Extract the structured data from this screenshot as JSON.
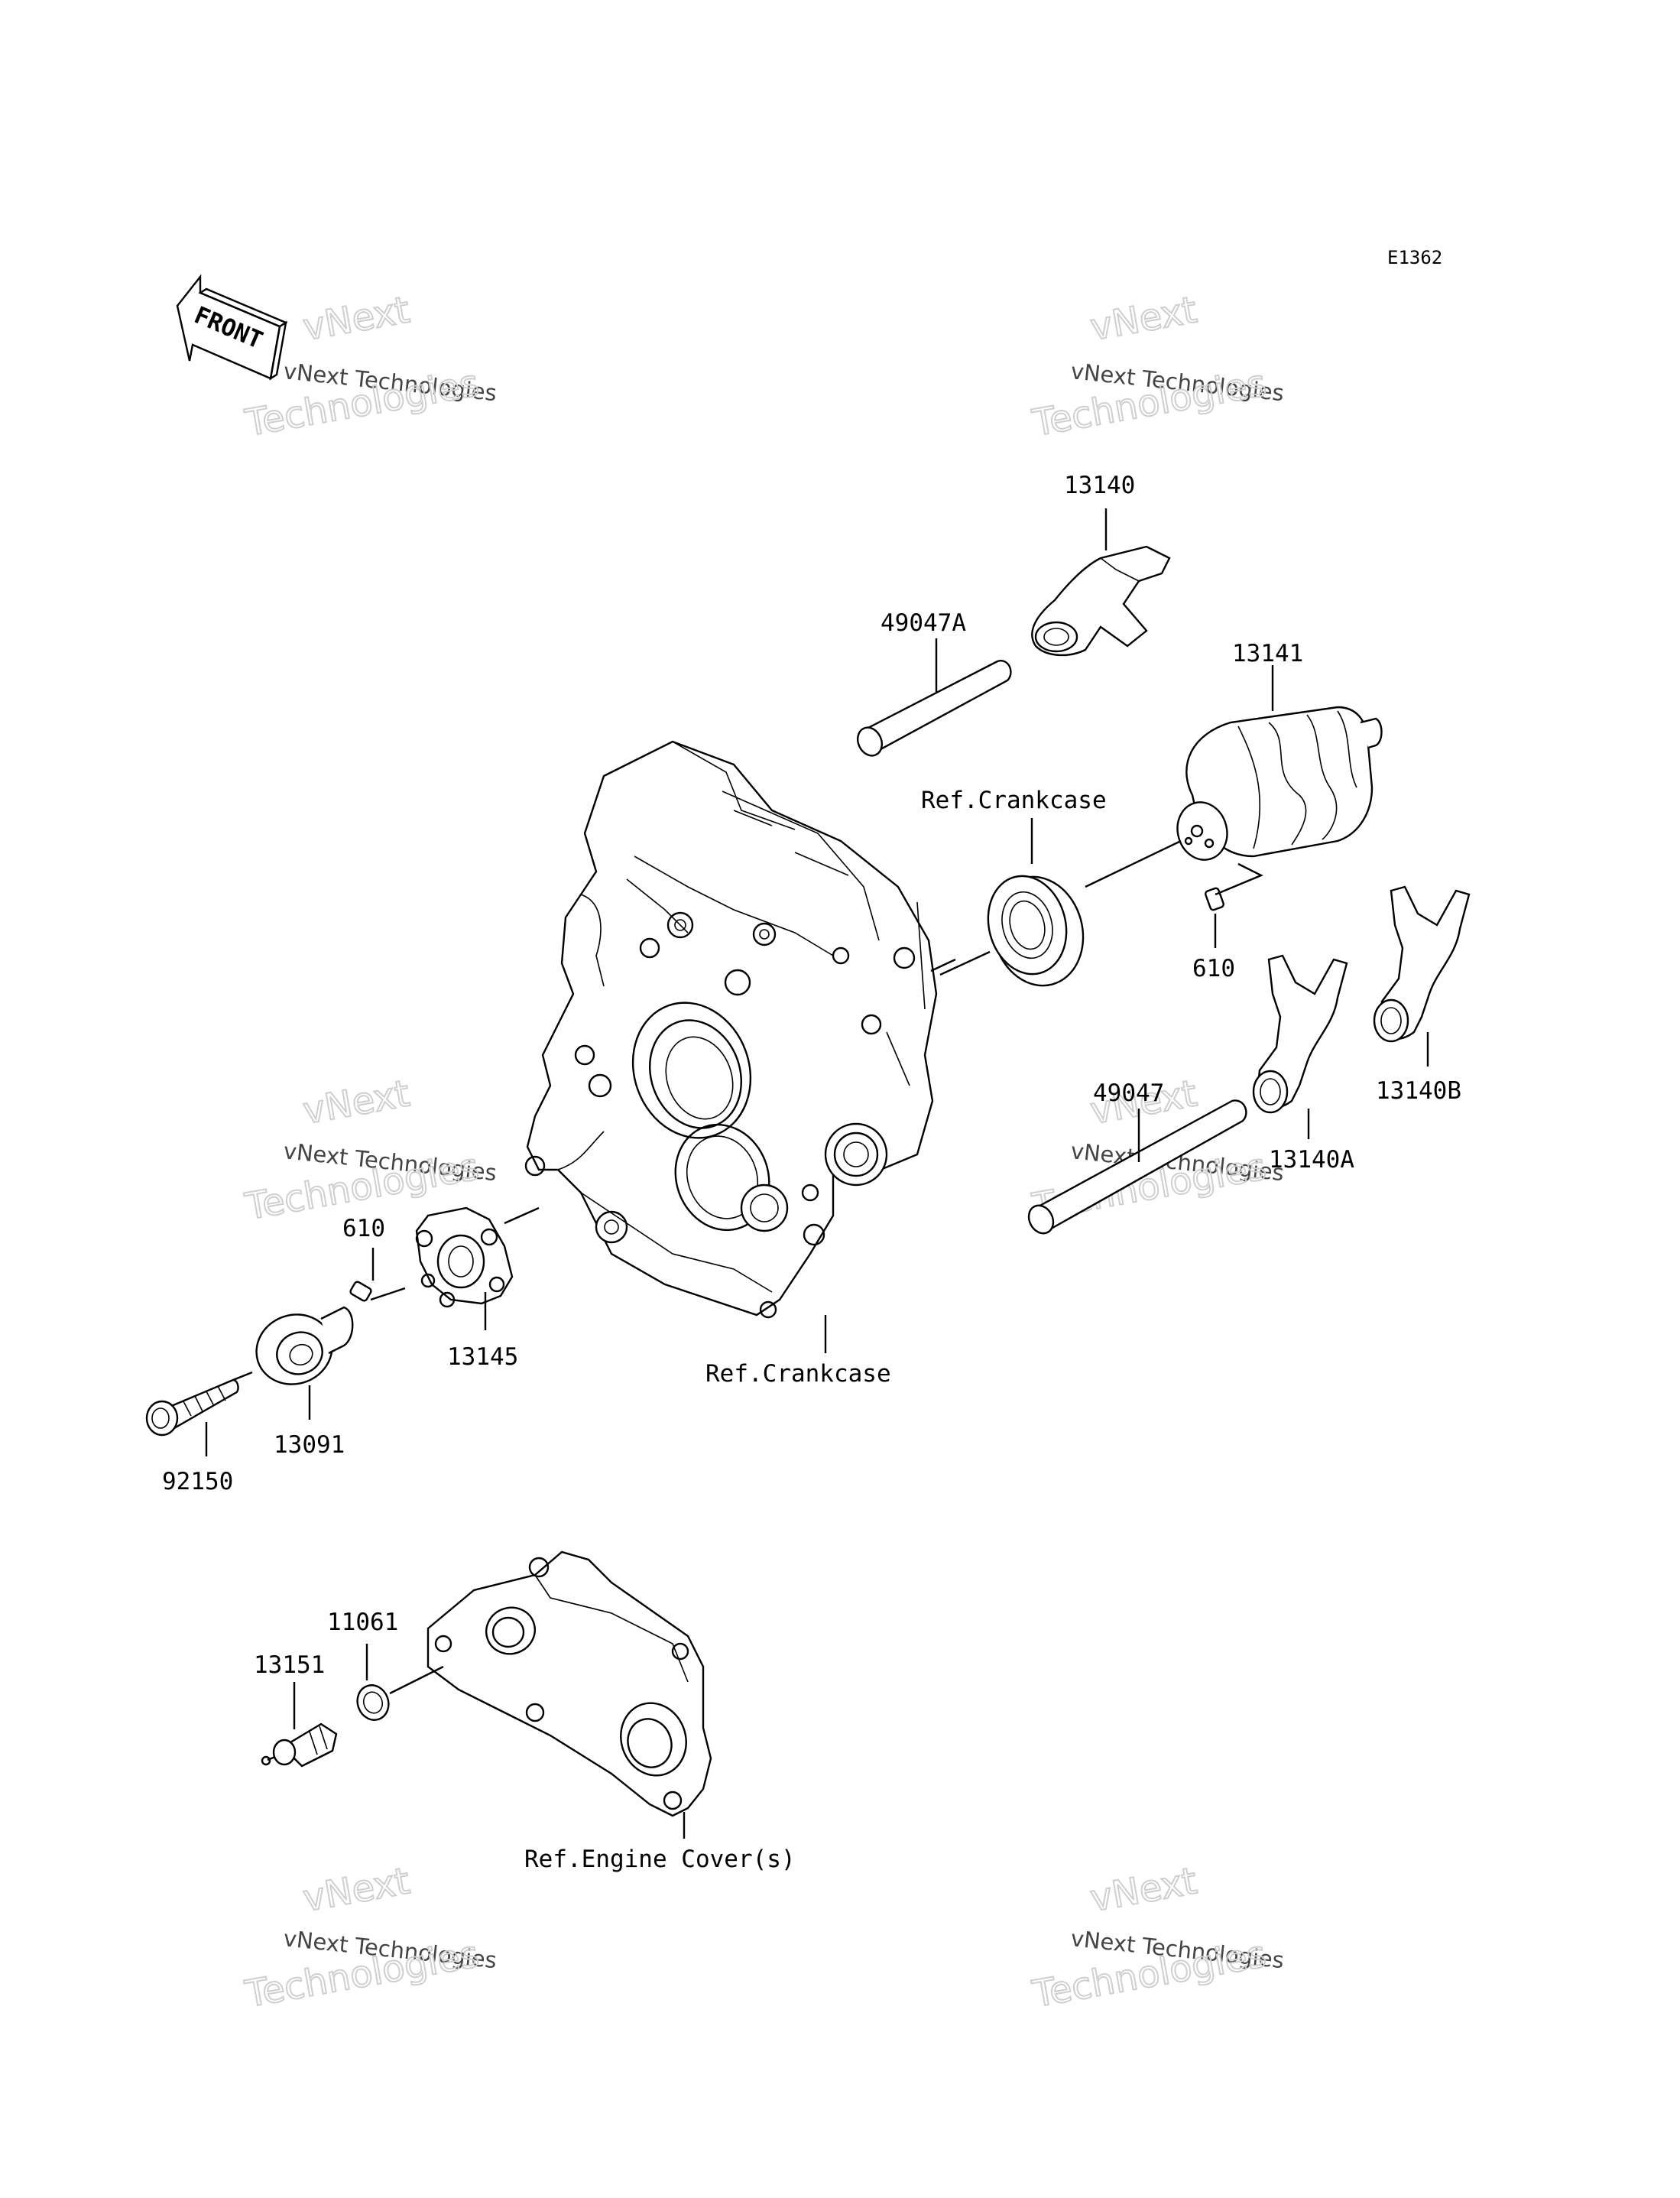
{
  "diagram_code": "E1362",
  "front_arrow_text": "FRONT",
  "watermark": {
    "line1": "vNext Technologies",
    "line2": "vNext",
    "line3": "Technologies"
  },
  "labels": {
    "p13140": "13140",
    "p49047A": "49047A",
    "p13141": "13141",
    "ref_crankcase_top": "Ref.Crankcase",
    "p610_right": "610",
    "p49047": "49047",
    "p13140B": "13140B",
    "p13140A": "13140A",
    "p610_left": "610",
    "p13145": "13145",
    "ref_crankcase_bottom": "Ref.Crankcase",
    "p92150": "92150",
    "p13091": "13091",
    "p11061": "11061",
    "p13151": "13151",
    "ref_engine_cover": "Ref.Engine Cover(s)"
  }
}
